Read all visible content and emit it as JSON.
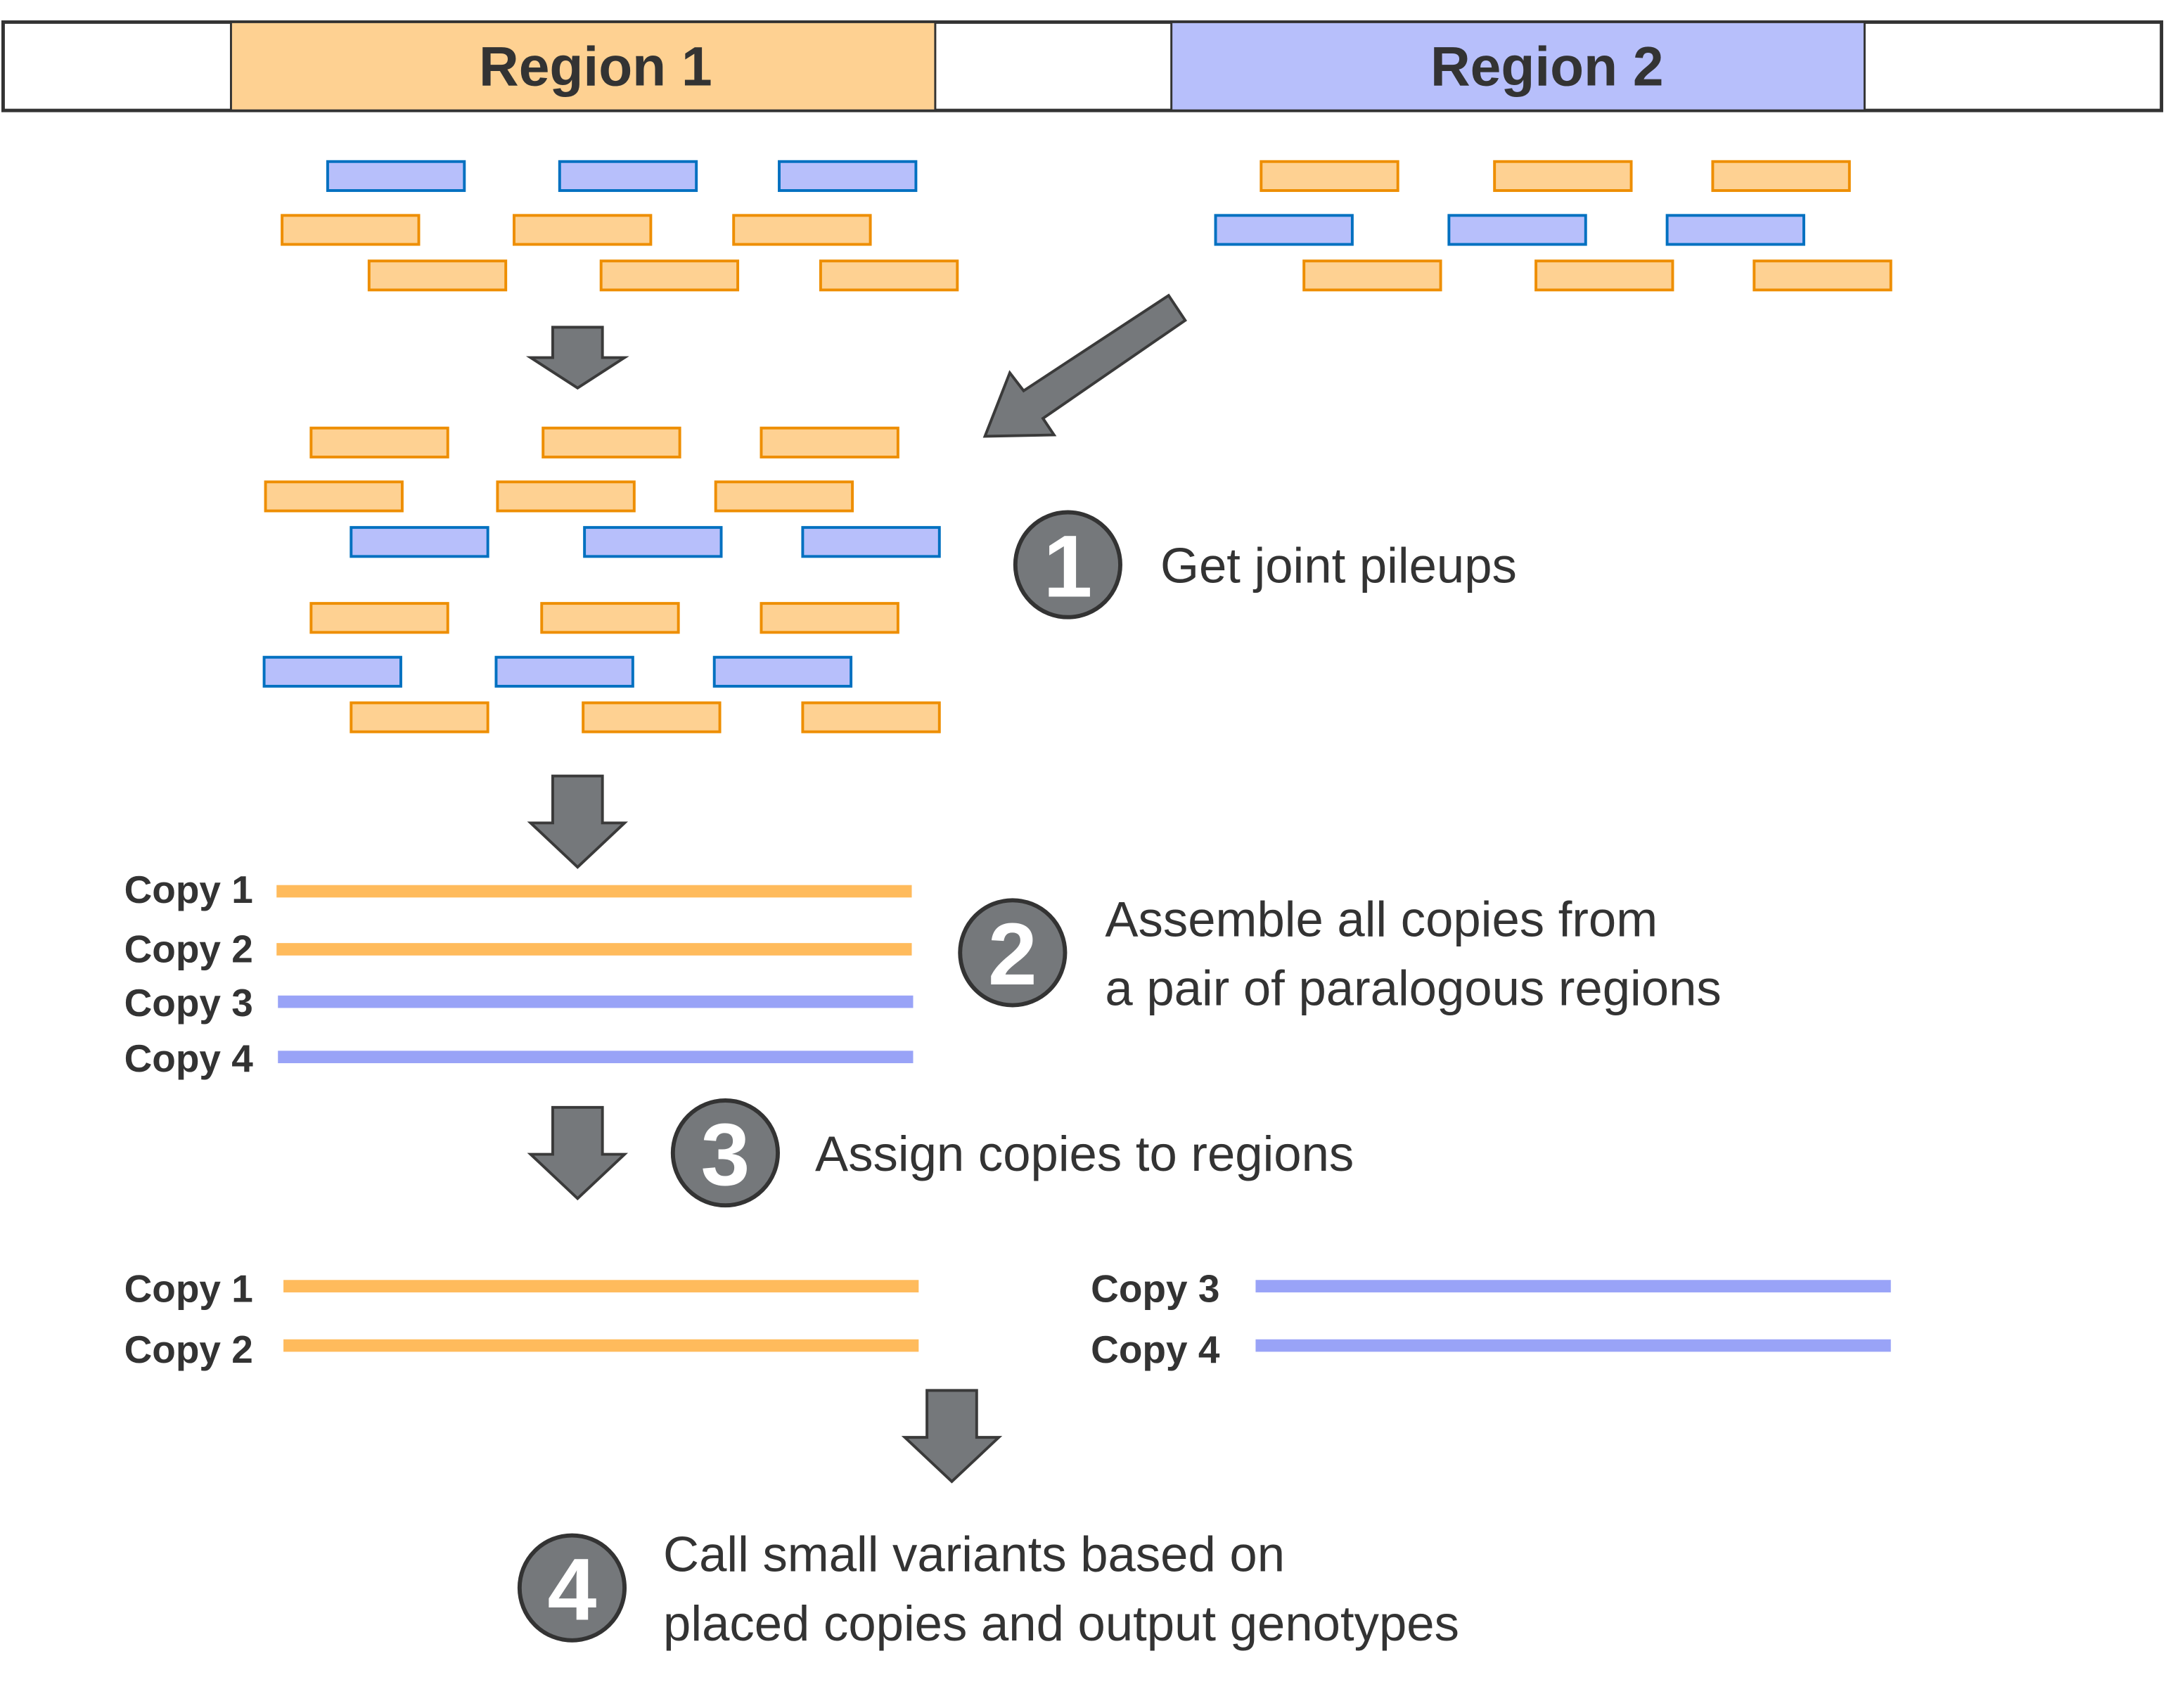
{
  "colors": {
    "region1_fill": "#FED192",
    "region2_fill": "#B7BFFB",
    "orange_read_fill": "#FED192",
    "orange_read_stroke": "#EE8E00",
    "blue_read_fill": "#B7BFFB",
    "blue_read_stroke": "#0070C0",
    "orange_copy": "#FFBB5C",
    "blue_copy": "#99A3F7",
    "arrow_fill": "#75787B",
    "arrow_stroke": "#3A3A3A",
    "circle_fill": "#75787B",
    "text": "#333333"
  },
  "genome_bar": {
    "region1_label": "Region 1",
    "region2_label": "Region 2"
  },
  "reads": {
    "region1_pileup": [
      [
        "blue",
        "blue",
        "blue"
      ],
      [
        "orange",
        "orange",
        "orange"
      ],
      [
        "orange",
        "orange",
        "orange"
      ]
    ],
    "region2_pileup": [
      [
        "orange",
        "orange",
        "orange"
      ],
      [
        "blue",
        "blue",
        "blue"
      ],
      [
        "orange",
        "orange",
        "orange"
      ]
    ],
    "joint_pileup_a": [
      [
        "orange",
        "orange",
        "orange"
      ],
      [
        "orange",
        "orange",
        "orange"
      ],
      [
        "blue",
        "blue",
        "blue"
      ]
    ],
    "joint_pileup_b": [
      [
        "orange",
        "orange",
        "orange"
      ],
      [
        "blue",
        "blue",
        "blue"
      ],
      [
        "orange",
        "orange",
        "orange"
      ]
    ]
  },
  "steps": [
    {
      "number": "1",
      "lines": [
        "Get joint pileups"
      ]
    },
    {
      "number": "2",
      "lines": [
        "Assemble all copies from",
        "a pair of paralogous regions"
      ]
    },
    {
      "number": "3",
      "lines": [
        "Assign copies to regions"
      ]
    },
    {
      "number": "4",
      "lines": [
        "Call small variants based on",
        "placed copies and output genotypes"
      ]
    }
  ],
  "assembled_copies": [
    {
      "label": "Copy 1",
      "color": "orange"
    },
    {
      "label": "Copy 2",
      "color": "orange"
    },
    {
      "label": "Copy 3",
      "color": "blue"
    },
    {
      "label": "Copy 4",
      "color": "blue"
    }
  ],
  "assigned_copies": {
    "region1": [
      {
        "label": "Copy 1",
        "color": "orange"
      },
      {
        "label": "Copy 2",
        "color": "orange"
      }
    ],
    "region2": [
      {
        "label": "Copy 3",
        "color": "blue"
      },
      {
        "label": "Copy 4",
        "color": "blue"
      }
    ]
  }
}
